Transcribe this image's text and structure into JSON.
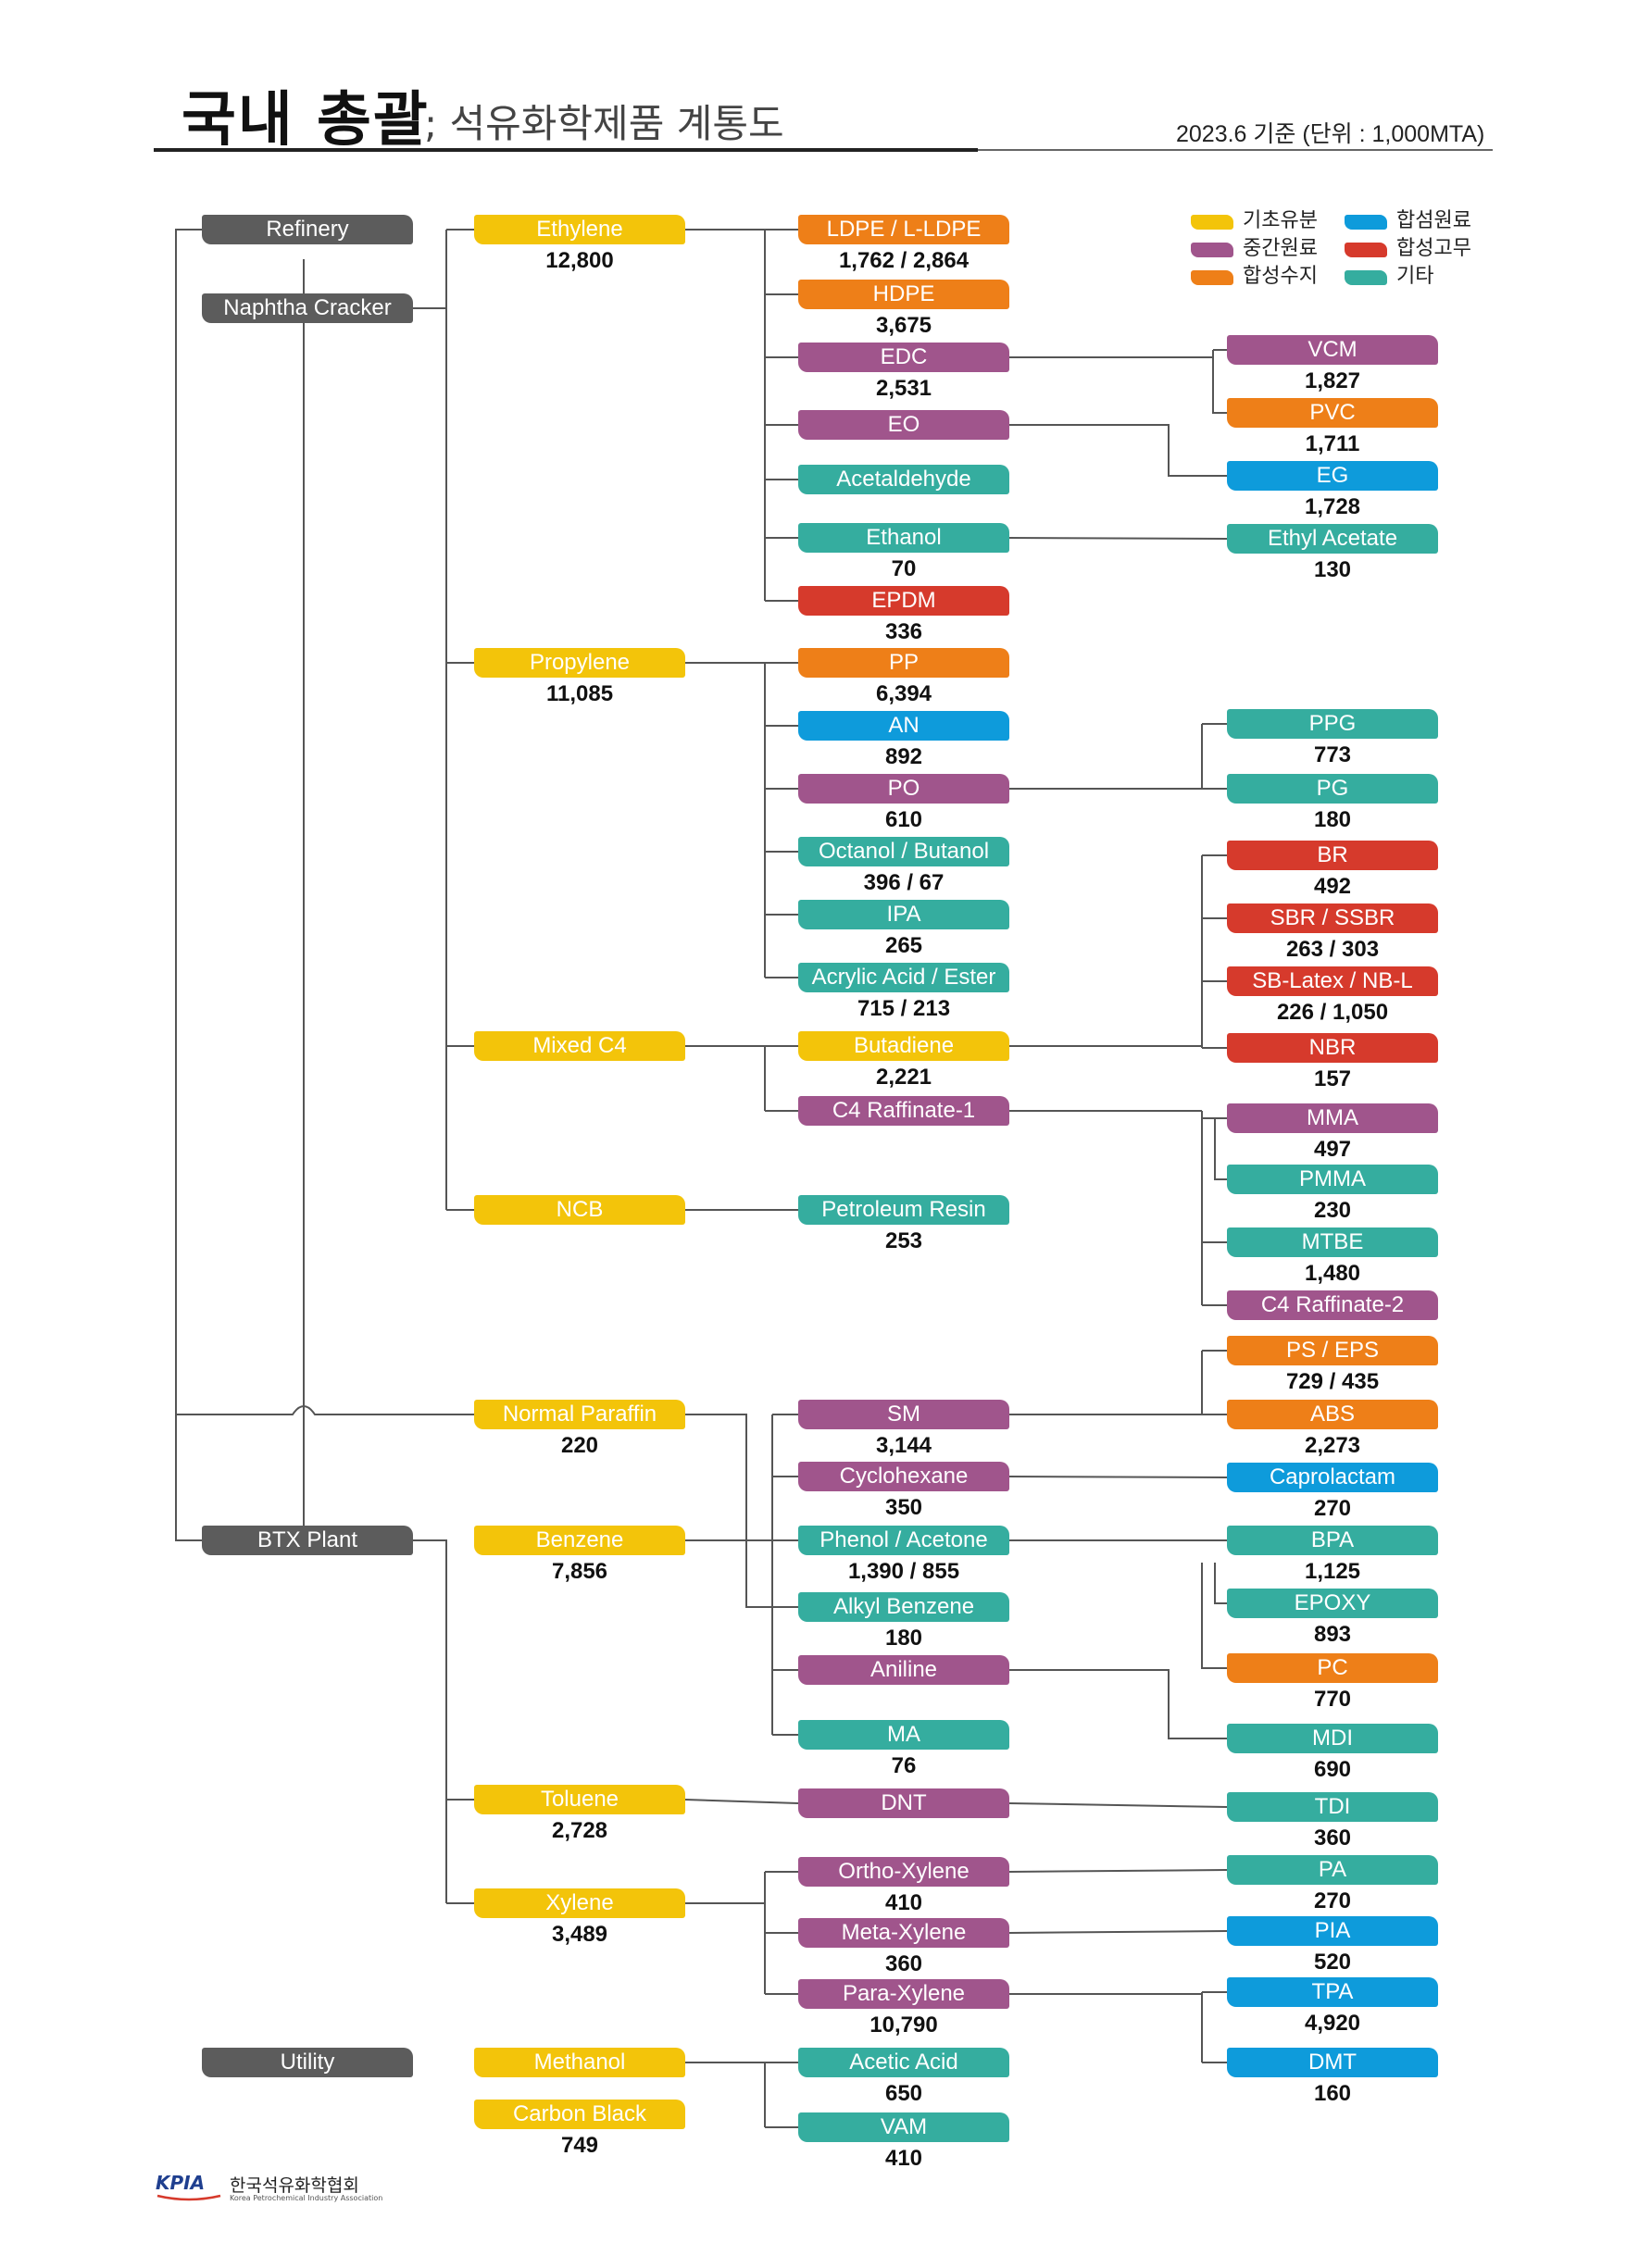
{
  "header": {
    "title": "국내 총괄",
    "subtitle": "; 석유화학제품 계통도",
    "date_unit": "2023.6 기준 (단위 : 1,000MTA)"
  },
  "legend": [
    {
      "label": "기초유분",
      "color": "#f3c40a"
    },
    {
      "label": "합섬원료",
      "color": "#0e9bdb"
    },
    {
      "label": "중간원료",
      "color": "#a0558c"
    },
    {
      "label": "합성고무",
      "color": "#d63a2c"
    },
    {
      "label": "합성수지",
      "color": "#ee7f18"
    },
    {
      "label": "기타",
      "color": "#35ad9f"
    }
  ],
  "colors": {
    "source": "#5c5c5c",
    "basic": "#f3c40a",
    "intermediate": "#a0558c",
    "resin": "#ee7f18",
    "fiber": "#0e9bdb",
    "rubber": "#d63a2c",
    "other": "#35ad9f",
    "line": "#555555"
  },
  "diagram": {
    "sources": [
      {
        "id": "refinery",
        "label": "Refinery"
      },
      {
        "id": "naphtha",
        "label": "Naphtha Cracker"
      },
      {
        "id": "btx",
        "label": "BTX Plant"
      },
      {
        "id": "utility",
        "label": "Utility"
      }
    ],
    "basics": [
      {
        "id": "ethylene",
        "label": "Ethylene",
        "value": "12,800"
      },
      {
        "id": "propylene",
        "label": "Propylene",
        "value": "11,085"
      },
      {
        "id": "mixedc4",
        "label": "Mixed C4",
        "value": ""
      },
      {
        "id": "ncb",
        "label": "NCB",
        "value": ""
      },
      {
        "id": "nparaffin",
        "label": "Normal Paraffin",
        "value": "220"
      },
      {
        "id": "benzene",
        "label": "Benzene",
        "value": "7,856"
      },
      {
        "id": "toluene",
        "label": "Toluene",
        "value": "2,728"
      },
      {
        "id": "xylene",
        "label": "Xylene",
        "value": "3,489"
      },
      {
        "id": "methanol",
        "label": "Methanol",
        "value": ""
      },
      {
        "id": "carbonblack",
        "label": "Carbon Black",
        "value": "749"
      }
    ],
    "products": [
      {
        "id": "ldpe",
        "label": "LDPE / L-LDPE",
        "value": "1,762 / 2,864",
        "category": "resin"
      },
      {
        "id": "hdpe",
        "label": "HDPE",
        "value": "3,675",
        "category": "resin"
      },
      {
        "id": "edc",
        "label": "EDC",
        "value": "2,531",
        "category": "intermediate"
      },
      {
        "id": "eo",
        "label": "EO",
        "value": "",
        "category": "intermediate"
      },
      {
        "id": "acetaldehyde",
        "label": "Acetaldehyde",
        "value": "",
        "category": "other"
      },
      {
        "id": "ethanol",
        "label": "Ethanol",
        "value": "70",
        "category": "other"
      },
      {
        "id": "epdm",
        "label": "EPDM",
        "value": "336",
        "category": "rubber"
      },
      {
        "id": "pp",
        "label": "PP",
        "value": "6,394",
        "category": "resin"
      },
      {
        "id": "an",
        "label": "AN",
        "value": "892",
        "category": "fiber"
      },
      {
        "id": "po",
        "label": "PO",
        "value": "610",
        "category": "intermediate"
      },
      {
        "id": "octanol",
        "label": "Octanol / Butanol",
        "value": "396 / 67",
        "category": "other"
      },
      {
        "id": "ipa",
        "label": "IPA",
        "value": "265",
        "category": "other"
      },
      {
        "id": "acrylic",
        "label": "Acrylic Acid / Ester",
        "value": "715 / 213",
        "category": "other"
      },
      {
        "id": "butadiene",
        "label": "Butadiene",
        "value": "2,221",
        "category": "basic"
      },
      {
        "id": "c4raff1",
        "label": "C4 Raffinate-1",
        "value": "",
        "category": "intermediate"
      },
      {
        "id": "petresin",
        "label": "Petroleum Resin",
        "value": "253",
        "category": "other"
      },
      {
        "id": "sm",
        "label": "SM",
        "value": "3,144",
        "category": "intermediate"
      },
      {
        "id": "cyclohexane",
        "label": "Cyclohexane",
        "value": "350",
        "category": "intermediate"
      },
      {
        "id": "phenol",
        "label": "Phenol / Acetone",
        "value": "1,390 / 855",
        "category": "other"
      },
      {
        "id": "alkylbenzene",
        "label": "Alkyl Benzene",
        "value": "180",
        "category": "other"
      },
      {
        "id": "aniline",
        "label": "Aniline",
        "value": "",
        "category": "intermediate"
      },
      {
        "id": "ma",
        "label": "MA",
        "value": "76",
        "category": "other"
      },
      {
        "id": "dnt",
        "label": "DNT",
        "value": "",
        "category": "intermediate"
      },
      {
        "id": "oxylene",
        "label": "Ortho-Xylene",
        "value": "410",
        "category": "intermediate"
      },
      {
        "id": "mxylene",
        "label": "Meta-Xylene",
        "value": "360",
        "category": "intermediate"
      },
      {
        "id": "pxylene",
        "label": "Para-Xylene",
        "value": "10,790",
        "category": "intermediate"
      },
      {
        "id": "aceticacid",
        "label": "Acetic Acid",
        "value": "650",
        "category": "other"
      },
      {
        "id": "vam",
        "label": "VAM",
        "value": "410",
        "category": "other"
      }
    ],
    "derivatives": [
      {
        "id": "vcm",
        "label": "VCM",
        "value": "1,827",
        "category": "intermediate"
      },
      {
        "id": "pvc",
        "label": "PVC",
        "value": "1,711",
        "category": "resin"
      },
      {
        "id": "eg",
        "label": "EG",
        "value": "1,728",
        "category": "fiber"
      },
      {
        "id": "ethylacetate",
        "label": "Ethyl Acetate",
        "value": "130",
        "category": "other"
      },
      {
        "id": "ppg",
        "label": "PPG",
        "value": "773",
        "category": "other"
      },
      {
        "id": "pg",
        "label": "PG",
        "value": "180",
        "category": "other"
      },
      {
        "id": "br",
        "label": "BR",
        "value": "492",
        "category": "rubber"
      },
      {
        "id": "sbr",
        "label": "SBR / SSBR",
        "value": "263 / 303",
        "category": "rubber"
      },
      {
        "id": "sblatex",
        "label": "SB-Latex / NB-L",
        "value": "226 / 1,050",
        "category": "rubber"
      },
      {
        "id": "nbr",
        "label": "NBR",
        "value": "157",
        "category": "rubber"
      },
      {
        "id": "mma",
        "label": "MMA",
        "value": "497",
        "category": "intermediate"
      },
      {
        "id": "pmma",
        "label": "PMMA",
        "value": "230",
        "category": "other"
      },
      {
        "id": "mtbe",
        "label": "MTBE",
        "value": "1,480",
        "category": "other"
      },
      {
        "id": "c4raff2",
        "label": "C4 Raffinate-2",
        "value": "",
        "category": "intermediate"
      },
      {
        "id": "ps",
        "label": "PS / EPS",
        "value": "729 / 435",
        "category": "resin"
      },
      {
        "id": "abs",
        "label": "ABS",
        "value": "2,273",
        "category": "resin"
      },
      {
        "id": "caprolactam",
        "label": "Caprolactam",
        "value": "270",
        "category": "fiber"
      },
      {
        "id": "bpa",
        "label": "BPA",
        "value": "1,125",
        "category": "other"
      },
      {
        "id": "epoxy",
        "label": "EPOXY",
        "value": "893",
        "category": "other"
      },
      {
        "id": "pc",
        "label": "PC",
        "value": "770",
        "category": "resin"
      },
      {
        "id": "mdi",
        "label": "MDI",
        "value": "690",
        "category": "other"
      },
      {
        "id": "tdi",
        "label": "TDI",
        "value": "360",
        "category": "other"
      },
      {
        "id": "pa",
        "label": "PA",
        "value": "270",
        "category": "other"
      },
      {
        "id": "pia",
        "label": "PIA",
        "value": "520",
        "category": "fiber"
      },
      {
        "id": "tpa",
        "label": "TPA",
        "value": "4,920",
        "category": "fiber"
      },
      {
        "id": "dmt",
        "label": "DMT",
        "value": "160",
        "category": "fiber"
      }
    ],
    "links": [
      [
        "naphtha",
        "ethylene"
      ],
      [
        "naphtha",
        "propylene"
      ],
      [
        "naphtha",
        "mixedc4"
      ],
      [
        "naphtha",
        "ncb"
      ],
      [
        "refinery",
        "nparaffin"
      ],
      [
        "refinery",
        "btx"
      ],
      [
        "btx",
        "benzene"
      ],
      [
        "btx",
        "toluene"
      ],
      [
        "btx",
        "xylene"
      ],
      [
        "ethylene",
        "ldpe"
      ],
      [
        "ethylene",
        "hdpe"
      ],
      [
        "ethylene",
        "edc"
      ],
      [
        "ethylene",
        "eo"
      ],
      [
        "ethylene",
        "acetaldehyde"
      ],
      [
        "ethylene",
        "ethanol"
      ],
      [
        "ethylene",
        "epdm"
      ],
      [
        "edc",
        "vcm"
      ],
      [
        "vcm",
        "pvc"
      ],
      [
        "eo",
        "eg"
      ],
      [
        "ethanol",
        "ethylacetate"
      ],
      [
        "propylene",
        "pp"
      ],
      [
        "propylene",
        "an"
      ],
      [
        "propylene",
        "po"
      ],
      [
        "propylene",
        "octanol"
      ],
      [
        "propylene",
        "ipa"
      ],
      [
        "propylene",
        "acrylic"
      ],
      [
        "po",
        "ppg"
      ],
      [
        "po",
        "pg"
      ],
      [
        "mixedc4",
        "butadiene"
      ],
      [
        "mixedc4",
        "c4raff1"
      ],
      [
        "butadiene",
        "br"
      ],
      [
        "butadiene",
        "sbr"
      ],
      [
        "butadiene",
        "sblatex"
      ],
      [
        "butadiene",
        "nbr"
      ],
      [
        "c4raff1",
        "mma"
      ],
      [
        "mma",
        "pmma"
      ],
      [
        "c4raff1",
        "mtbe"
      ],
      [
        "c4raff1",
        "c4raff2"
      ],
      [
        "ncb",
        "petresin"
      ],
      [
        "benzene",
        "sm"
      ],
      [
        "benzene",
        "cyclohexane"
      ],
      [
        "benzene",
        "phenol"
      ],
      [
        "benzene",
        "aniline"
      ],
      [
        "benzene",
        "ma"
      ],
      [
        "nparaffin",
        "alkylbenzene"
      ],
      [
        "sm",
        "ps"
      ],
      [
        "sm",
        "abs"
      ],
      [
        "cyclohexane",
        "caprolactam"
      ],
      [
        "phenol",
        "bpa"
      ],
      [
        "bpa",
        "epoxy"
      ],
      [
        "bpa",
        "pc"
      ],
      [
        "aniline",
        "mdi"
      ],
      [
        "toluene",
        "dnt"
      ],
      [
        "dnt",
        "tdi"
      ],
      [
        "xylene",
        "oxylene"
      ],
      [
        "xylene",
        "mxylene"
      ],
      [
        "xylene",
        "pxylene"
      ],
      [
        "oxylene",
        "pa"
      ],
      [
        "mxylene",
        "pia"
      ],
      [
        "pxylene",
        "tpa"
      ],
      [
        "pxylene",
        "dmt"
      ],
      [
        "methanol",
        "aceticacid"
      ],
      [
        "methanol",
        "vam"
      ]
    ]
  },
  "footer": {
    "logo_mark": "KPIA",
    "org_name_kr": "한국석유화학협회",
    "org_name_en": "Korea Petrochemical Industry Association"
  }
}
